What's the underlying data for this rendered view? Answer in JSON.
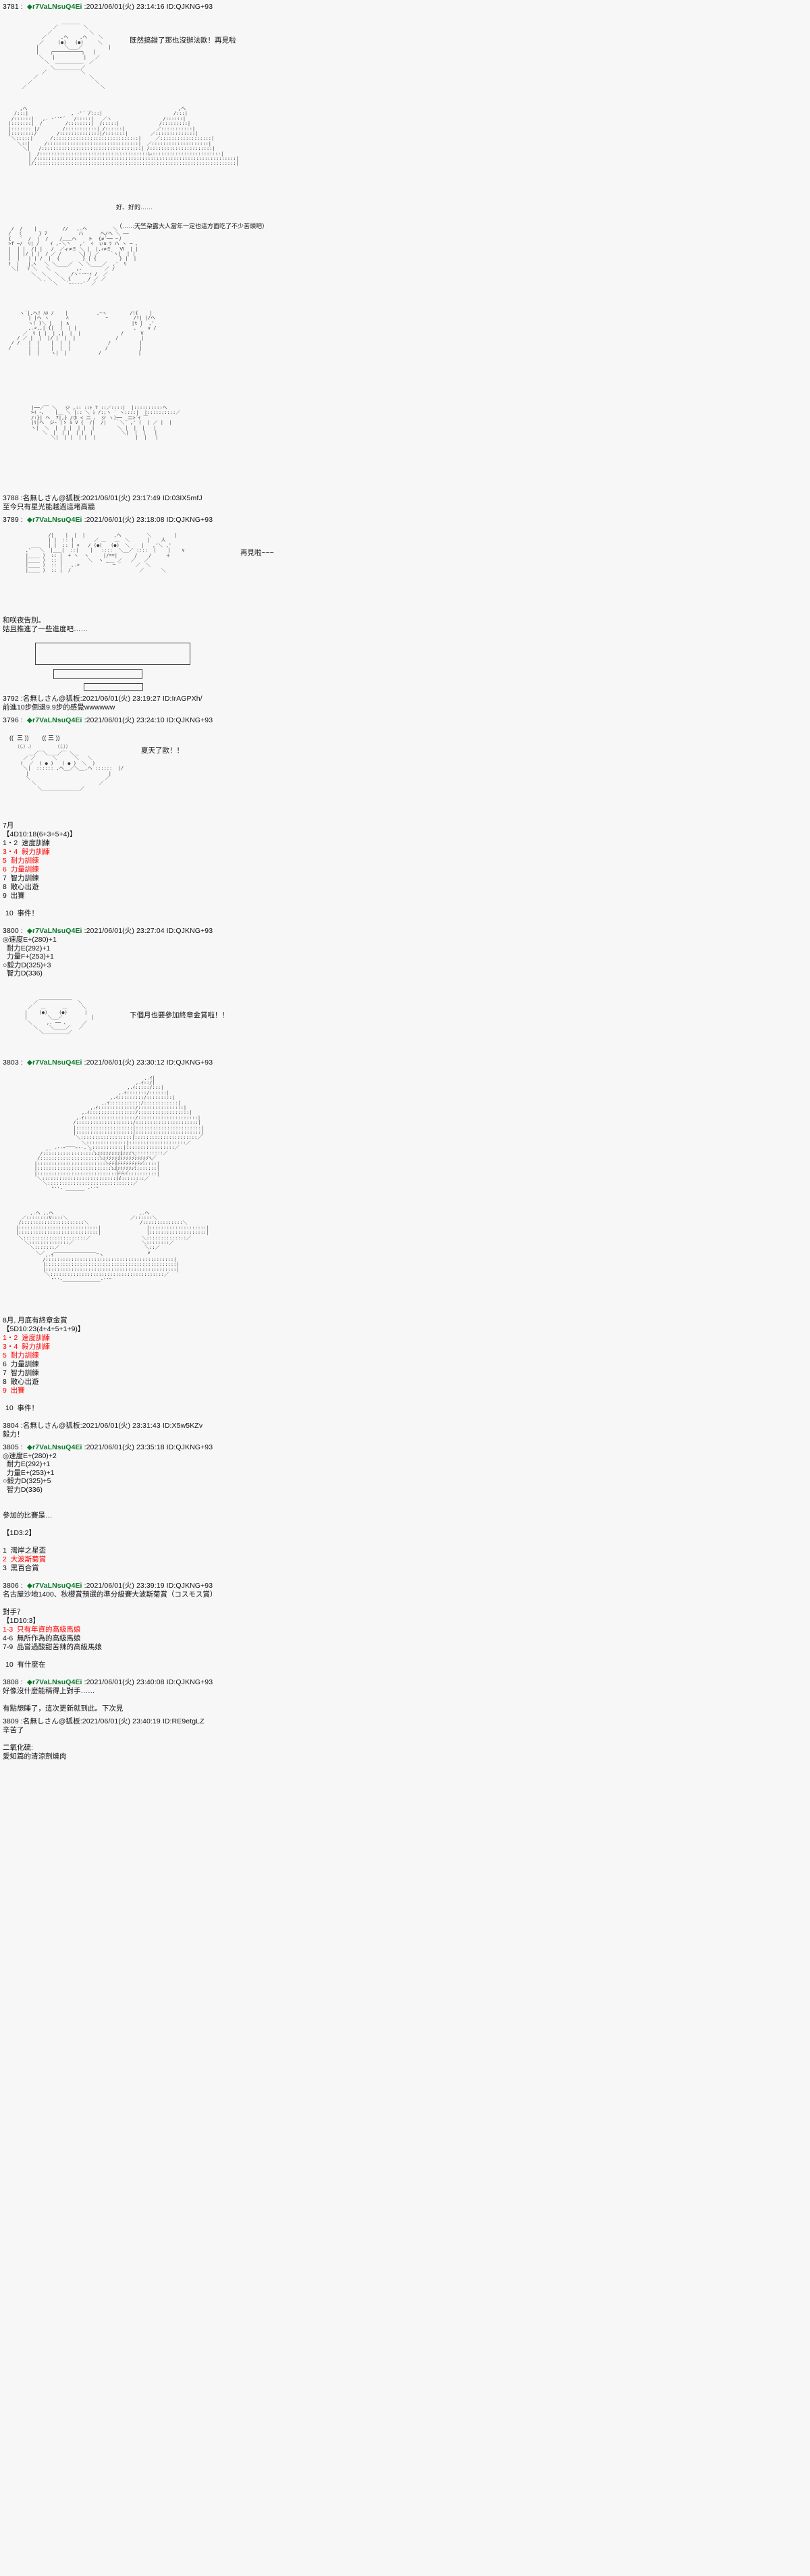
{
  "board": {
    "name": "狐板",
    "anon_name": "名無しさん@狐板",
    "tripcode": "r7VaLNsuQ4Ei",
    "diamond": "◆",
    "colors": {
      "tripcode_green": "#0a7a2a",
      "option_red": "#ff0000",
      "text": "#111111",
      "background": "#f7f7f7",
      "ascii_art": "#3a3a3a"
    }
  },
  "posts": [
    {
      "id": "p3781",
      "number": "3781",
      "author_type": "trip",
      "header": "3781 :  ◆r7VaLNsuQ4Ei :2021/06/01(火) 23:14:16 ID:QJKNG+93",
      "date": "2021/06/01(火)",
      "time": "23:14:16",
      "user_id": "ID:QJKNG+93",
      "speech": "既然搞錯了那也沒辦法歐！再見啦",
      "speech2": "好、好的……",
      "speech3": "（……天竺朶露大人當年一定也這方面吃了不少苦頭吧）"
    },
    {
      "id": "p3788",
      "number": "3788",
      "author_type": "anon",
      "header": "3788 :名無しさん@狐板:2021/06/01(火) 23:17:49 ID:03IX5mfJ",
      "date": "2021/06/01(火)",
      "time": "23:17:49",
      "user_id": "ID:03IX5mfJ",
      "body": "至今只有星光能越過這堵高牆"
    },
    {
      "id": "p3789",
      "number": "3789",
      "author_type": "trip",
      "header": "3789 :  ◆r7VaLNsuQ4Ei :2021/06/01(火) 23:18:08 ID:QJKNG+93",
      "date": "2021/06/01(火)",
      "time": "23:18:08",
      "user_id": "ID:QJKNG+93",
      "speech": "再見啦~~~",
      "body_lines": [
        "和咲夜告別。",
        "姑且推進了一些進度吧……"
      ]
    },
    {
      "id": "p3792",
      "number": "3792",
      "author_type": "anon",
      "header": "3792 :名無しさん@狐板:2021/06/01(火) 23:19:27 ID:IrAGPXh/",
      "date": "2021/06/01(火)",
      "time": "23:19:27",
      "user_id": "ID:IrAGPXh/",
      "body": "前進10步倒退9.9步的感覺wwwwww"
    },
    {
      "id": "p3796",
      "number": "3796",
      "author_type": "trip",
      "header": "3796 :  ◆r7VaLNsuQ4Ei :2021/06/01(火) 23:24:10 ID:QJKNG+93",
      "date": "2021/06/01(火)",
      "time": "23:24:10",
      "user_id": "ID:QJKNG+93",
      "speech": "夏天了歐！！",
      "kaomoji": "((  三 ))        (( 三 ))",
      "kaomoji2": "（（.）.）                （（.））"
    },
    {
      "id": "p3800",
      "number": "3800",
      "author_type": "trip",
      "header": "3800 :  ◆r7VaLNsuQ4Ei :2021/06/01(火) 23:27:04 ID:QJKNG+93",
      "date": "2021/06/01(火)",
      "time": "23:27:04",
      "user_id": "ID:QJKNG+93",
      "speech": "下個月也要參加終章金賞啦！！"
    },
    {
      "id": "p3803",
      "number": "3803",
      "author_type": "trip",
      "header": "3803 :  ◆r7VaLNsuQ4Ei :2021/06/01(火) 23:30:12 ID:QJKNG+93",
      "date": "2021/06/01(火)",
      "time": "23:30:12",
      "user_id": "ID:QJKNG+93"
    },
    {
      "id": "p3804",
      "number": "3804",
      "author_type": "anon",
      "header": "3804 :名無しさん@狐板:2021/06/01(火) 23:31:43 ID:X5w5KZv",
      "date": "2021/06/01(火)",
      "time": "23:31:43",
      "user_id": "ID:X5w5KZv",
      "body": "毅力！"
    },
    {
      "id": "p3805",
      "number": "3805",
      "author_type": "trip",
      "header": "3805 :  ◆r7VaLNsuQ4Ei :2021/06/01(火) 23:35:18 ID:QJKNG+93",
      "date": "2021/06/01(火)",
      "time": "23:35:18",
      "user_id": "ID:QJKNG+93"
    },
    {
      "id": "p3806",
      "number": "3806",
      "author_type": "trip",
      "header": "3806 :  ◆r7VaLNsuQ4Ei :2021/06/01(火) 23:39:19 ID:QJKNG+93",
      "date": "2021/06/01(火)",
      "time": "23:39:19",
      "user_id": "ID:QJKNG+93",
      "body": "名古屋沙地1400、秋櫻賞預選的準分級賽大波斯菊賞（コスモス賞）"
    },
    {
      "id": "p3808",
      "number": "3808",
      "author_type": "trip",
      "header": "3808 :  ◆r7VaLNsuQ4Ei :2021/06/01(火) 23:40:08 ID:QJKNG+93",
      "date": "2021/06/01(火)",
      "time": "23:40:08",
      "user_id": "ID:QJKNG+93",
      "body_lines": [
        "好像沒什麼能稱得上對手……",
        "",
        "有點想睡了，這次更新就到此。下次見"
      ]
    },
    {
      "id": "p3809",
      "number": "3809",
      "author_type": "anon",
      "header": "3809 :名無しさん@狐板:2021/06/01(火) 23:40:19 ID:RE9etgLZ",
      "date": "2021/06/01(火)",
      "time": "23:40:19",
      "user_id": "ID:RE9etgLZ",
      "body_lines": [
        "辛苦了",
        "",
        "二氧化硫:",
        "愛知篇的清涼劑燒肉"
      ]
    }
  ],
  "july_dice": {
    "month_label": "7月",
    "dice": "【4D10:18(6+3+5+4)】",
    "options": [
      {
        "num": "1・2",
        "label": "速度訓練",
        "color": "black"
      },
      {
        "num": "3・4",
        "label": "毅力訓練",
        "color": "red"
      },
      {
        "num": "5",
        "label": "耐力訓練",
        "color": "red"
      },
      {
        "num": "6",
        "label": "力量訓練",
        "color": "red"
      },
      {
        "num": "7",
        "label": "智力訓練",
        "color": "black"
      },
      {
        "num": "8",
        "label": "散心出遊",
        "color": "black"
      },
      {
        "num": "9",
        "label": "出賽",
        "color": "black"
      }
    ],
    "extra": "10  事件！"
  },
  "july_stats": {
    "lines": [
      "◎速度E+(280)+1",
      "  耐力E(292)+1",
      "  力量F+(253)+1",
      "○毅力D(325)+3",
      "  智力D(336)"
    ]
  },
  "august_dice": {
    "month_label": "8月, 月底有終章金賞",
    "dice": "【5D10:23(4+4+5+1+9)】",
    "options": [
      {
        "num": "1・2",
        "label": "速度訓練",
        "color": "red"
      },
      {
        "num": "3・4",
        "label": "毅力訓練",
        "color": "red"
      },
      {
        "num": "5",
        "label": "耐力訓練",
        "color": "red"
      },
      {
        "num": "6",
        "label": "力量訓練",
        "color": "black"
      },
      {
        "num": "7",
        "label": "智力訓練",
        "color": "black"
      },
      {
        "num": "8",
        "label": "散心出遊",
        "color": "black"
      },
      {
        "num": "9",
        "label": "出賽",
        "color": "red"
      }
    ],
    "extra": "10  事件！"
  },
  "august_stats": {
    "lines": [
      "◎速度E+(280)+2",
      "  耐力E(292)+1",
      "  力量E+(253)+1",
      "○毅力D(325)+5",
      "  智力D(336)"
    ]
  },
  "race_dice": {
    "prompt": "參加的比賽是…",
    "dice": "【1D3:2】",
    "options": [
      {
        "num": "1",
        "label": "灣岸之星盃",
        "color": "black"
      },
      {
        "num": "2",
        "label": "大波斯菊賞",
        "color": "red"
      },
      {
        "num": "3",
        "label": "黑百合賞",
        "color": "black"
      }
    ]
  },
  "opponent_dice": {
    "prompt": "對手？",
    "dice": "【1D10:3】",
    "options": [
      {
        "num": "1-3",
        "label": "只有年資的高級馬娘",
        "color": "red"
      },
      {
        "num": "4-6",
        "label": "無所作為的高級馬娘",
        "color": "black"
      },
      {
        "num": "7-9",
        "label": "品嘗過酸甜苦辣的高級馬娘",
        "color": "black"
      }
    ],
    "extra": "10  有什麼在"
  },
  "ascii_art": {
    "face_1": "                  ＿＿＿\n              ／      ＼\n            ／          ＼\n          ／   ＿   ＿   ＼\n         |    (●)  (●)    |\n         |     ＼__／      |\n          ＼            ／\n            ＼＿＿＿＿／",
    "kenshin_large": "              |\\   ,ｨ|\n              |: ＼/ ::|      ,ｨ\n         ,ヘ   |:::  ::::|  ／|::|\n       /:::|   |::  ,r'7|  |::|::|\n      /:::::|  |:::/  |::| |::|::|",
    "silhouette_note": "large-detailed-character-ascii-art"
  }
}
